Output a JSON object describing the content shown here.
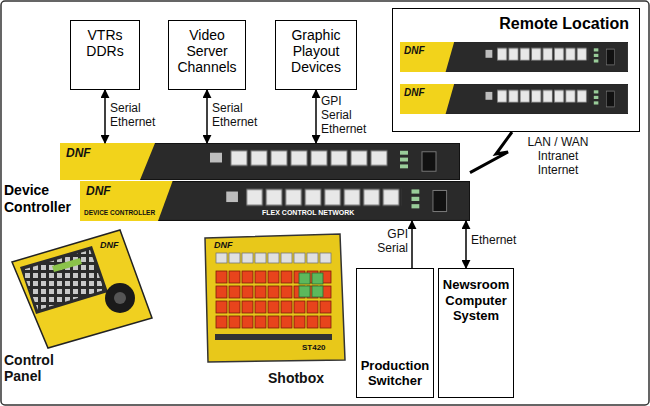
{
  "diagram": {
    "nodes": [
      {
        "text": [
          "VTRs DDRs"
        ]
      },
      {
        "text": [
          "Video Server Channels"
        ]
      },
      {
        "text": [
          "Graphic Playout Devices"
        ]
      },
      {
        "text": [
          "Device Controller"
        ]
      },
      {
        "text": [
          "Remote Location"
        ]
      },
      {
        "text": [
          "Production Switcher"
        ]
      },
      {
        "text": [
          "Newsroom Computer System"
        ]
      }
    ],
    "edges": [
      {
        "from": 0,
        "to": 3,
        "label": "Serial Ethernet",
        "arrow": "both"
      },
      {
        "from": 1,
        "to": 3,
        "label": "Serial Ethernet",
        "arrow": "both"
      },
      {
        "from": 2,
        "to": 3,
        "label": "GPI Serial Ethernet",
        "arrow": "both"
      },
      {
        "from": 4,
        "to": 3,
        "label": "LAN / WAN Intranet Internet",
        "arrow": "none"
      },
      {
        "from": 5,
        "to": 3,
        "label": "GPI Serial",
        "arrow": "to"
      },
      {
        "from": 6,
        "to": 3,
        "label": "Ethernet",
        "arrow": "both"
      }
    ],
    "labels": [
      "DNF",
      "DNF",
      "DEVICE CONTROLLER",
      "FLEX CONTROL NETWORK",
      "DNF",
      "DNF",
      "DNF",
      "Control Panel",
      "DNF",
      "ST420",
      "Shotbox"
    ]
  }
}
